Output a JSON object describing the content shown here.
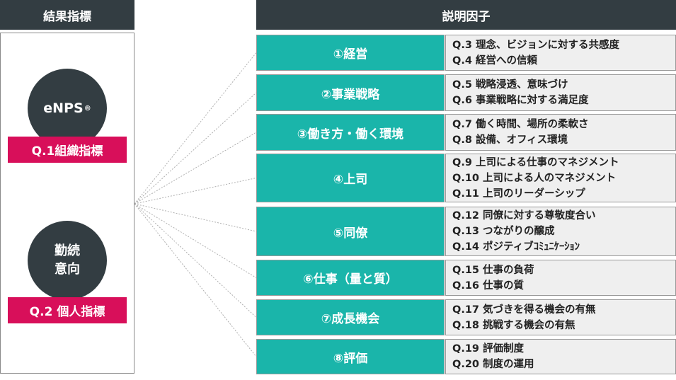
{
  "result_header": "結果指標",
  "factor_header": "説明因子",
  "enps": {
    "label": "eNPS",
    "mark": "®",
    "tag": "Q.1組織指標"
  },
  "kinzoku": {
    "line1": "勤続",
    "line2": "意向",
    "tag": "Q.2 個人指標"
  },
  "factors": [
    {
      "label": "①経営",
      "questions": [
        "Q.3 理念、ビジョンに対する共感度",
        "Q.4 経営への信頼"
      ]
    },
    {
      "label": "②事業戦略",
      "questions": [
        "Q.5 戦略浸透、意味づけ",
        "Q.6 事業戦略に対する満足度"
      ]
    },
    {
      "label": "③働き方・働く環境",
      "questions": [
        "Q.7 働く時間、場所の柔軟さ",
        "Q.8 設備、オフィス環境"
      ]
    },
    {
      "label": "④上司",
      "questions": [
        "Q.9 上司による仕事のマネジメント",
        "Q.10 上司による人のマネジメント",
        "Q.11 上司のリーダーシップ"
      ]
    },
    {
      "label": "⑤同僚",
      "questions": [
        "Q.12 同僚に対する尊敬度合い",
        "Q.13 つながりの醸成",
        "Q.14 ポジティブｺﾐｭﾆｹｰｼｮﾝ"
      ]
    },
    {
      "label": "⑥仕事（量と質）",
      "questions": [
        "Q.15 仕事の負荷",
        "Q.16 仕事の質"
      ]
    },
    {
      "label": "⑦成長機会",
      "questions": [
        "Q.17 気づきを得る機会の有無",
        "Q.18 挑戦する機会の有無"
      ]
    },
    {
      "label": "⑧評価",
      "questions": [
        "Q.19 評価制度",
        "Q.20 制度の運用"
      ]
    }
  ]
}
